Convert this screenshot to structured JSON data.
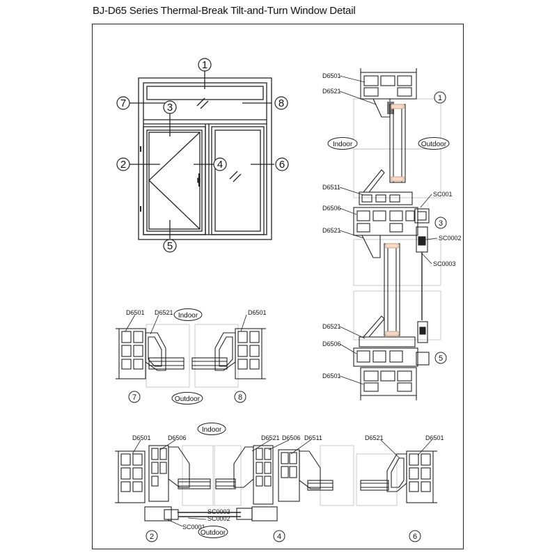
{
  "title": "BJ-D65  Series Thermal-Break Tilt-and-Turn Window Detail",
  "elevation_markers": [
    "1",
    "2",
    "3",
    "4",
    "5",
    "6",
    "7",
    "8"
  ],
  "vertical_section": {
    "labels_top": [
      "D6501",
      "D6521"
    ],
    "marker_top": "1",
    "indoor": "Indoor",
    "outdoor": "Outdoor",
    "labels_mid": [
      "D6511",
      "D6506",
      "D6521"
    ],
    "codes_mid": [
      "SC001",
      "SC0002",
      "SC0003"
    ],
    "marker_mid": "3",
    "labels_bottom": [
      "D6521",
      "D6506",
      "D6501"
    ],
    "marker_bottom": "5"
  },
  "section_78": {
    "labels_left": [
      "D6501",
      "D6521"
    ],
    "label_right": "D6501",
    "indoor": "Indoor",
    "outdoor": "Outdoor",
    "marker_left": "7",
    "marker_right": "8"
  },
  "section_246": {
    "indoor": "Indoor",
    "labels_left": [
      "D6501",
      "D6506"
    ],
    "labels_mid": [
      "D6521",
      "D6506",
      "D6511"
    ],
    "labels_right": [
      "D6521",
      "D6501"
    ],
    "codes": [
      "SC0003",
      "SC0002",
      "SC0001"
    ],
    "outdoor": "Outdoor",
    "markers": [
      "2",
      "4",
      "6"
    ]
  },
  "colors": {
    "line": "#222222",
    "ink": "#111111",
    "background": "#ffffff",
    "glass_pad": "#f4d9c8"
  }
}
